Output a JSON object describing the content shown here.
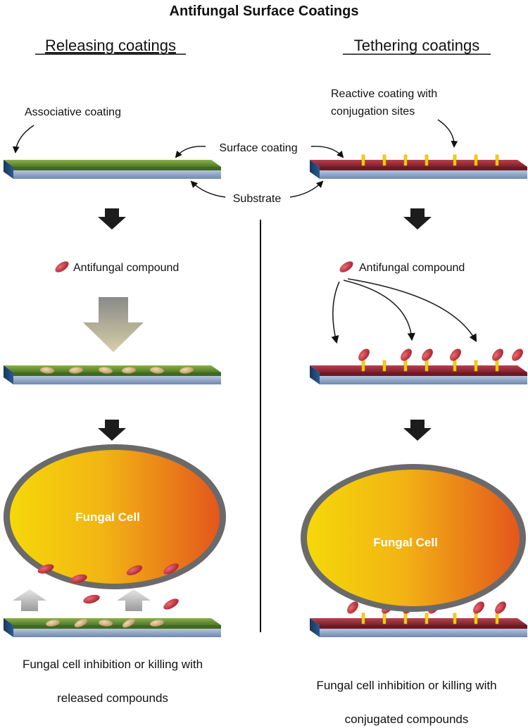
{
  "title": "Antifungal Surface Coatings",
  "left": {
    "heading": "Releasing coatings",
    "associative_label": "Associative coating",
    "compound_label": "Antifungal compound",
    "cell_label": "Fungal Cell",
    "caption_line1": "Fungal cell inhibition or killing with",
    "caption_line2": "released compounds"
  },
  "right": {
    "heading": "Tethering coatings",
    "reactive_label_line1": "Reactive coating with",
    "reactive_label_line2": "conjugation sites",
    "compound_label": "Antifungal compound",
    "cell_label": "Fungal Cell",
    "caption_line1": "Fungal cell inhibition or killing with",
    "caption_line2": "conjugated compounds"
  },
  "shared": {
    "surface_coating_label": "Surface coating",
    "substrate_label": "Substrate"
  },
  "colors": {
    "green_coating": "#6f9a36",
    "red_coating": "#9b2f3b",
    "substrate": "#8fa6c8",
    "substrate_edge": "#1f3f6b",
    "compound": "#c8323d",
    "compound_faded": "#d8c08a",
    "site": "#f4d20c",
    "cell_inner": "#f2c010",
    "cell_outer": "#e65a1e",
    "cell_membrane": "#6a6a6a",
    "arrow": "#1c1c1c"
  }
}
